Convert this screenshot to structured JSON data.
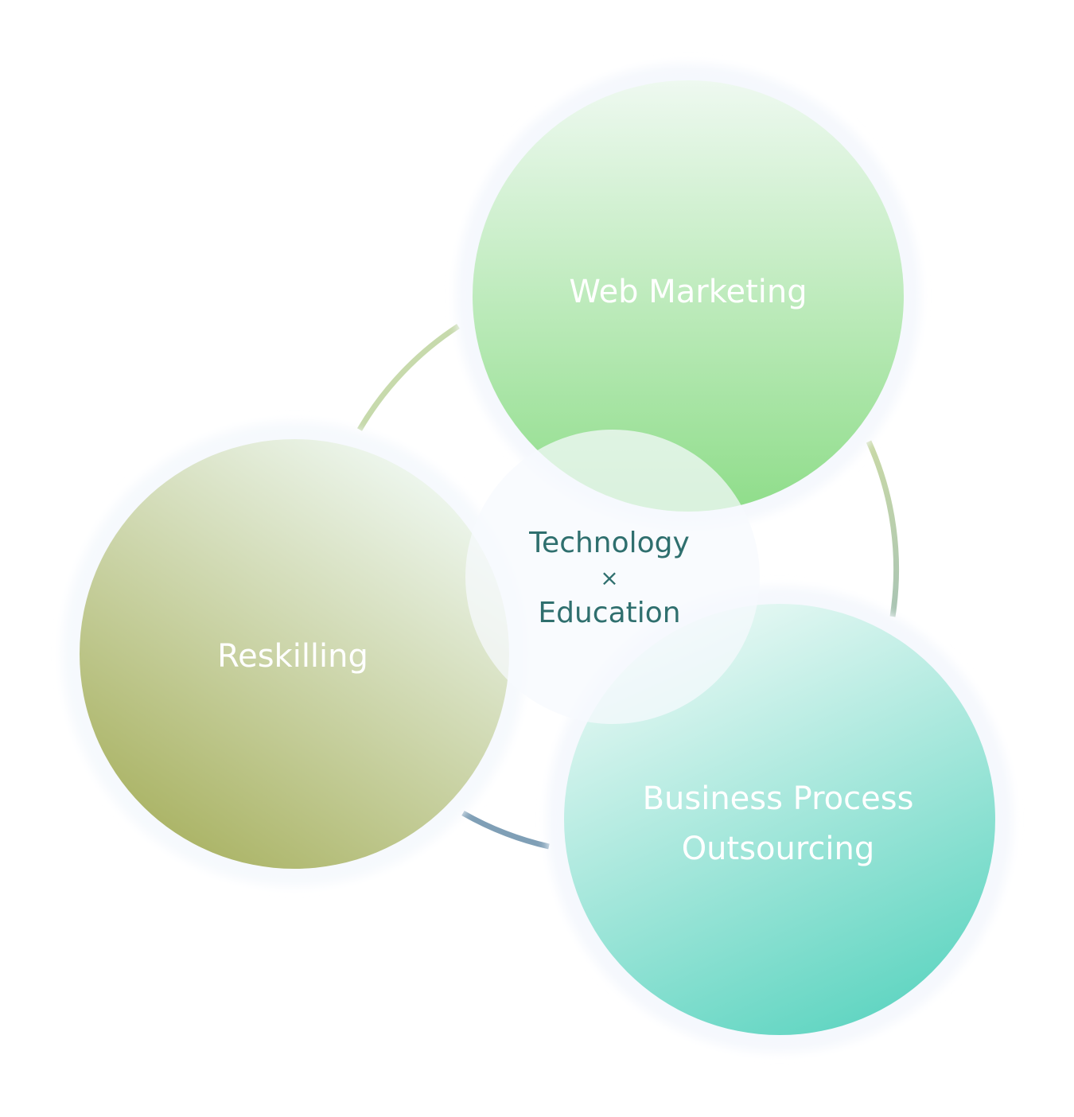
{
  "center": {
    "line1": "Technology",
    "separator": "×",
    "line2": "Education"
  },
  "circles": {
    "web_marketing": {
      "label": "Web Marketing"
    },
    "reskilling": {
      "label": "Reskilling"
    },
    "bpo": {
      "line1": "Business Process",
      "line2": "Outsourcing"
    }
  },
  "colors": {
    "web_marketing_top": "#eaf7ec",
    "web_marketing_bottom": "#8fdd8a",
    "reskilling_light": "#eef6ee",
    "reskilling_dark": "#a9b262",
    "bpo_top": "#e8f8f3",
    "bpo_bottom": "#5cd4c0",
    "label_text": "#ffffff",
    "center_text": "#2f6f6e",
    "ring_green": "#c9d9a6",
    "ring_blue": "#7f9fb6"
  }
}
